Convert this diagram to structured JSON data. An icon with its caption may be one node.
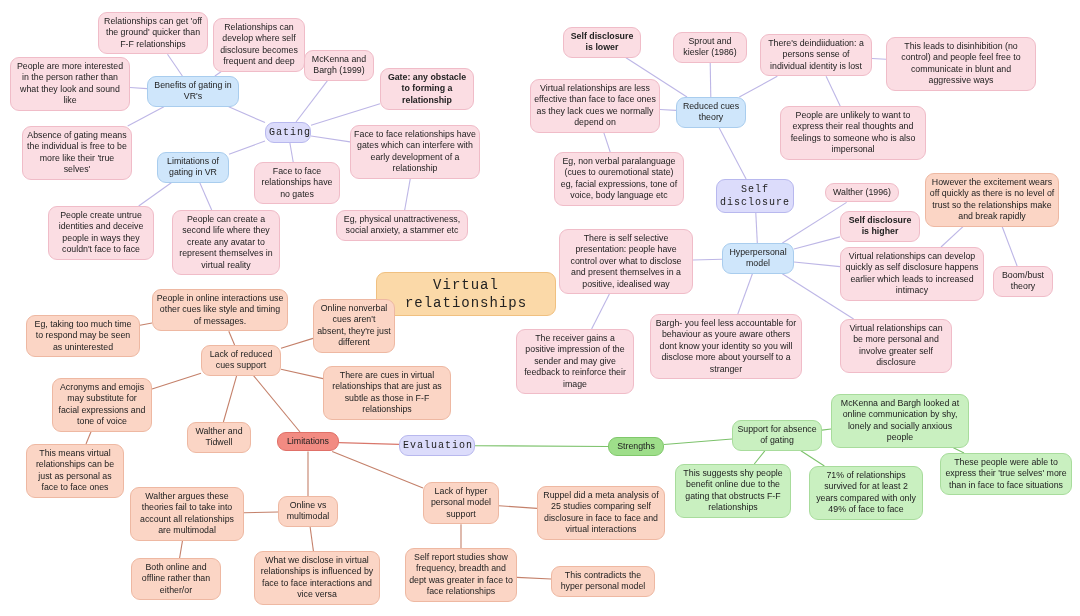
{
  "diagram": {
    "nodes": [
      {
        "text": [
          "Virtual relationships"
        ]
      },
      {
        "text": [
          "Gating"
        ]
      },
      {
        "text": [
          "Benefits of gating in VR's"
        ]
      },
      {
        "text": [
          "Relationships can get 'off the ground' quicker than F-F relationships"
        ]
      },
      {
        "text": [
          "Relationships can develop where self disclosure becomes frequent and deep"
        ]
      },
      {
        "text": [
          "People are more interested in the person rather than what they look and sound like"
        ]
      },
      {
        "text": [
          "Absence of gating means the individual is free to be more like their 'true selves'"
        ]
      },
      {
        "text": [
          "Limitations of gating in VR"
        ]
      },
      {
        "text": [
          "People create untrue identities and deceive people in ways they couldn't face to face"
        ]
      },
      {
        "text": [
          "People can create a second life where they create any avatar to represent themselves in virtual reality"
        ]
      },
      {
        "text": [
          "McKenna and Bargh (1999)"
        ]
      },
      {
        "text": [
          "Gate: any obstacle to forming a relationship"
        ]
      },
      {
        "text": [
          "Face to face relationships have no gates"
        ]
      },
      {
        "text": [
          "Face to face relationships have gates which can interfere with early development of a relationship"
        ]
      },
      {
        "text": [
          "Eg, physical unattractiveness, social anxiety, a stammer etc"
        ]
      },
      {
        "text": [
          "Self disclosure"
        ]
      },
      {
        "text": [
          "Reduced cues theory"
        ]
      },
      {
        "text": [
          "Self disclosure is lower"
        ]
      },
      {
        "text": [
          "Sprout and kiesler (1986)"
        ]
      },
      {
        "text": [
          "There's deindiiduation: a persons sense of individual identity is lost"
        ]
      },
      {
        "text": [
          "This leads to disinhibition (no control) and people feel free to communicate in blunt and aggressive ways"
        ]
      },
      {
        "text": [
          "People are unlikely to want to express their real thoughts and feelings to someone who is also impersonal"
        ]
      },
      {
        "text": [
          "Virtual relationships are less effective than face to face ones as they lack cues we normally depend on"
        ]
      },
      {
        "text": [
          "Eg, non verbal paralanguage (cues to ouremotional state) eg, facial expressions, tone of voice, body language etc"
        ]
      },
      {
        "text": [
          "Hyperpersonal model"
        ]
      },
      {
        "text": [
          "Walther (1996)"
        ]
      },
      {
        "text": [
          "Self disclosure is higher"
        ]
      },
      {
        "text": [
          "Virtual relationships can develop quickly as self disclosure happens earlier which leads to increased intimacy"
        ]
      },
      {
        "text": [
          "However the excitement wears off quickly as there is no level of trust so the relationships make and break rapidly"
        ]
      },
      {
        "text": [
          "Boom/bust theory"
        ]
      },
      {
        "text": [
          "Virtual relationships can be more personal and involve greater self disclosure"
        ]
      },
      {
        "text": [
          "Bargh- you feel less accountable for behaviour as youre aware others dont know your identity so you will disclose more about yourself to a stranger"
        ]
      },
      {
        "text": [
          "There is self selective presentation: people have control over what to disclose and present themselves in a positive, idealised way"
        ]
      },
      {
        "text": [
          "The receiver gains a positive impression of the sender and may give feedback to reinforce their image"
        ]
      },
      {
        "text": [
          "Evaluation"
        ]
      },
      {
        "text": [
          "Limitations"
        ]
      },
      {
        "text": [
          "Lack of reduced cues support"
        ]
      },
      {
        "text": [
          "People in online interactions use other cues like style and timing of messages."
        ]
      },
      {
        "text": [
          "Eg, taking too much time to respond may be seen as uninterested"
        ]
      },
      {
        "text": [
          "Online nonverbal cues aren't absent, they're just different"
        ]
      },
      {
        "text": [
          "There are cues in virtual relationships that are just as subtle as those in F-F relationships"
        ]
      },
      {
        "text": [
          "Acronyms and emojis may substitute for facial expressions and tone of voice"
        ]
      },
      {
        "text": [
          "This means virtual relationships can be just as personal as face to face ones"
        ]
      },
      {
        "text": [
          "Walther and Tidwell"
        ]
      },
      {
        "text": [
          "Online vs multimodal"
        ]
      },
      {
        "text": [
          "Walther argues these theories fail to take into account all relationships are multimodal"
        ]
      },
      {
        "text": [
          "Both online and offline rather than either/or"
        ]
      },
      {
        "text": [
          "What we disclose in virtual relationships is influenced by face to face interactions and vice versa"
        ]
      },
      {
        "text": [
          "Lack of hyper personal model support"
        ]
      },
      {
        "text": [
          "Ruppel did a meta analysis of 25 studies comparing self disclosure in face to face and virtual interactions"
        ]
      },
      {
        "text": [
          "Self report studies show frequency, breadth and dept was greater in face to face relationships"
        ]
      },
      {
        "text": [
          "This contradicts the hyper personal model"
        ]
      },
      {
        "text": [
          "Strengths"
        ]
      },
      {
        "text": [
          "Support for absence of gating"
        ]
      },
      {
        "text": [
          "McKenna and Bargh looked at online communication by shy, lonely and socially anxious people"
        ]
      },
      {
        "text": [
          "These people were able to express their 'true selves' more than in face to face situations"
        ]
      },
      {
        "text": [
          "This suggests shy people benefit online due to the gating that obstructs F-F relationships"
        ]
      },
      {
        "text": [
          "71% of relationships survived for at least 2 years compared with only 49% of face to face"
        ]
      }
    ],
    "edges": [
      {
        "from": 2,
        "to": 1,
        "arrow": "none"
      },
      {
        "from": 3,
        "to": 2,
        "arrow": "none"
      },
      {
        "from": 4,
        "to": 2,
        "arrow": "none"
      },
      {
        "from": 5,
        "to": 2,
        "arrow": "none"
      },
      {
        "from": 6,
        "to": 2,
        "arrow": "none"
      },
      {
        "from": 1,
        "to": 7,
        "arrow": "none"
      },
      {
        "from": 7,
        "to": 8,
        "arrow": "none"
      },
      {
        "from": 7,
        "to": 9,
        "arrow": "none"
      },
      {
        "from": 10,
        "to": 1,
        "arrow": "none"
      },
      {
        "from": 11,
        "to": 1,
        "arrow": "none"
      },
      {
        "from": 1,
        "to": 12,
        "arrow": "none"
      },
      {
        "from": 1,
        "to": 13,
        "arrow": "none"
      },
      {
        "from": 13,
        "to": 14,
        "arrow": "none"
      },
      {
        "from": 16,
        "to": 15,
        "arrow": "none"
      },
      {
        "from": 17,
        "to": 16,
        "arrow": "none"
      },
      {
        "from": 18,
        "to": 16,
        "arrow": "none"
      },
      {
        "from": 19,
        "to": 16,
        "arrow": "none"
      },
      {
        "from": 20,
        "to": 19,
        "arrow": "none"
      },
      {
        "from": 21,
        "to": 19,
        "arrow": "none"
      },
      {
        "from": 22,
        "to": 16,
        "arrow": "none"
      },
      {
        "from": 23,
        "to": 22,
        "arrow": "none"
      },
      {
        "from": 15,
        "to": 24,
        "arrow": "none"
      },
      {
        "from": 25,
        "to": 24,
        "arrow": "none"
      },
      {
        "from": 26,
        "to": 24,
        "arrow": "none"
      },
      {
        "from": 24,
        "to": 27,
        "arrow": "none"
      },
      {
        "from": 27,
        "to": 28,
        "arrow": "none"
      },
      {
        "from": 28,
        "to": 29,
        "arrow": "none"
      },
      {
        "from": 24,
        "to": 30,
        "arrow": "none"
      },
      {
        "from": 24,
        "to": 31,
        "arrow": "none"
      },
      {
        "from": 32,
        "to": 24,
        "arrow": "none"
      },
      {
        "from": 33,
        "to": 32,
        "arrow": "none"
      },
      {
        "from": 35,
        "to": 34,
        "arrow": "none",
        "color": "#d9776b"
      },
      {
        "from": 36,
        "to": 35,
        "arrow": "none",
        "color": "#c4806a"
      },
      {
        "from": 37,
        "to": 36,
        "arrow": "none",
        "color": "#c4806a"
      },
      {
        "from": 38,
        "to": 37,
        "arrow": "none",
        "color": "#c4806a"
      },
      {
        "from": 39,
        "to": 36,
        "arrow": "none",
        "color": "#c4806a"
      },
      {
        "from": 40,
        "to": 36,
        "arrow": "none",
        "color": "#c4806a"
      },
      {
        "from": 41,
        "to": 36,
        "arrow": "none",
        "color": "#c4806a"
      },
      {
        "from": 42,
        "to": 41,
        "arrow": "none",
        "color": "#c4806a"
      },
      {
        "from": 43,
        "to": 36,
        "arrow": "none",
        "color": "#c4806a"
      },
      {
        "from": 35,
        "to": 44,
        "arrow": "none",
        "color": "#c4806a"
      },
      {
        "from": 44,
        "to": 45,
        "arrow": "none",
        "color": "#c4806a"
      },
      {
        "from": 45,
        "to": 46,
        "arrow": "none",
        "color": "#c4806a"
      },
      {
        "from": 44,
        "to": 47,
        "arrow": "none",
        "color": "#c4806a"
      },
      {
        "from": 35,
        "to": 48,
        "arrow": "none",
        "color": "#c4806a"
      },
      {
        "from": 48,
        "to": 49,
        "arrow": "none",
        "color": "#c4806a"
      },
      {
        "from": 48,
        "to": 50,
        "arrow": "none",
        "color": "#c4806a"
      },
      {
        "from": 50,
        "to": 51,
        "arrow": "none",
        "color": "#c4806a"
      },
      {
        "from": 34,
        "to": 52,
        "arrow": "none",
        "color": "#7cc26b"
      },
      {
        "from": 52,
        "to": 53,
        "arrow": "none",
        "color": "#7cc26b"
      },
      {
        "from": 53,
        "to": 54,
        "arrow": "none",
        "color": "#7cc26b"
      },
      {
        "from": 54,
        "to": 55,
        "arrow": "none",
        "color": "#7cc26b"
      },
      {
        "from": 53,
        "to": 56,
        "arrow": "none",
        "color": "#7cc26b"
      },
      {
        "from": 53,
        "to": 57,
        "arrow": "none",
        "color": "#7cc26b"
      }
    ]
  }
}
